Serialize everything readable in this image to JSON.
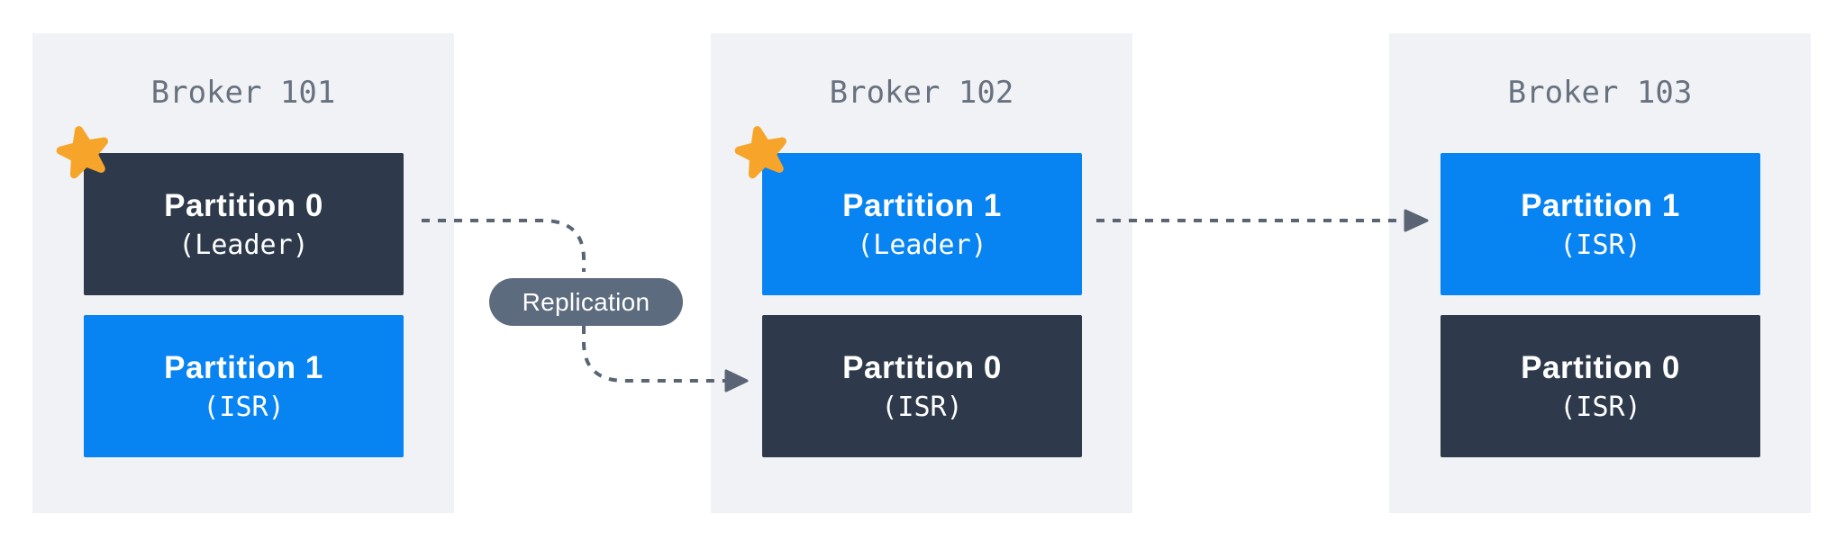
{
  "diagram": {
    "brokers": [
      {
        "title": "Broker 101",
        "partitions": [
          {
            "name": "Partition 0",
            "role": "(Leader)",
            "leader": true
          },
          {
            "name": "Partition 1",
            "role": "(ISR)",
            "leader": false
          }
        ]
      },
      {
        "title": "Broker 102",
        "partitions": [
          {
            "name": "Partition 1",
            "role": "(Leader)",
            "leader": true
          },
          {
            "name": "Partition 0",
            "role": "(ISR)",
            "leader": false
          }
        ]
      },
      {
        "title": "Broker 103",
        "partitions": [
          {
            "name": "Partition 1",
            "role": "(ISR)",
            "leader": false
          },
          {
            "name": "Partition 0",
            "role": "(ISR)",
            "leader": false
          }
        ]
      }
    ],
    "replication_label": "Replication",
    "icons": {
      "leader_marker": "star-icon",
      "flow_marker": "arrowhead-icon"
    },
    "colors": {
      "page-bg": "#ffffff",
      "panel-bg": "#f0f2f5",
      "navy": "#2e3a4b",
      "blue": "#0883f2",
      "pill": "#5d6b7e",
      "title": "#68717f",
      "dash": "#5a6474",
      "star": "#f6a52a",
      "text-light": "#ffffff"
    }
  }
}
